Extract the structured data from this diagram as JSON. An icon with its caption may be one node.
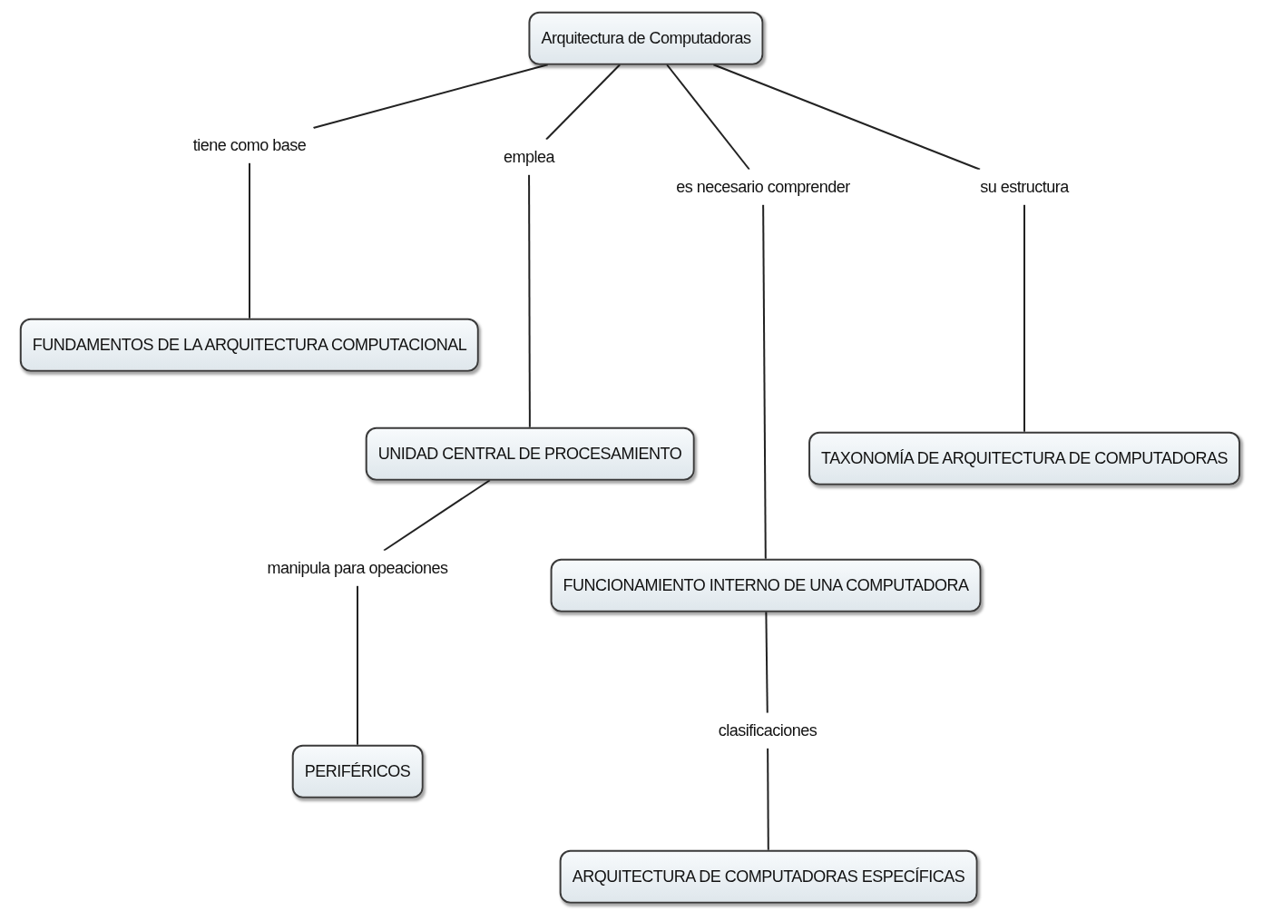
{
  "diagram": {
    "nodes": [
      {
        "text": [
          "Arquitectura de Computadoras"
        ]
      },
      {
        "text": [
          "tiene como base"
        ]
      },
      {
        "text": [
          "emplea"
        ]
      },
      {
        "text": [
          "es necesario comprender"
        ]
      },
      {
        "text": [
          "su estructura"
        ]
      },
      {
        "text": [
          "FUNDAMENTOS DE LA ARQUITECTURA COMPUTACIONAL"
        ]
      },
      {
        "text": [
          "UNIDAD CENTRAL DE PROCESAMIENTO"
        ]
      },
      {
        "text": [
          "TAXONOMÍA DE ARQUITECTURA DE COMPUTADORAS"
        ]
      },
      {
        "text": [
          "manipula para opeaciones"
        ]
      },
      {
        "text": [
          "FUNCIONAMIENTO INTERNO DE UNA COMPUTADORA"
        ]
      },
      {
        "text": [
          "PERIFÉRICOS"
        ]
      },
      {
        "text": [
          "clasificaciones"
        ]
      },
      {
        "text": [
          "ARQUITECTURA DE COMPUTADORAS ESPECÍFICAS"
        ]
      }
    ],
    "edges": [
      {
        "from": 0,
        "to": 1,
        "arrow": "none"
      },
      {
        "from": 1,
        "to": 5,
        "arrow": "none"
      },
      {
        "from": 0,
        "to": 2,
        "arrow": "none"
      },
      {
        "from": 2,
        "to": 6,
        "arrow": "none"
      },
      {
        "from": 0,
        "to": 3,
        "arrow": "none"
      },
      {
        "from": 3,
        "to": 9,
        "arrow": "none"
      },
      {
        "from": 0,
        "to": 4,
        "arrow": "none"
      },
      {
        "from": 4,
        "to": 7,
        "arrow": "none"
      },
      {
        "from": 6,
        "to": 8,
        "arrow": "none"
      },
      {
        "from": 8,
        "to": 10,
        "arrow": "none"
      },
      {
        "from": 9,
        "to": 11,
        "arrow": "none"
      },
      {
        "from": 11,
        "to": 12,
        "arrow": "none"
      }
    ]
  }
}
